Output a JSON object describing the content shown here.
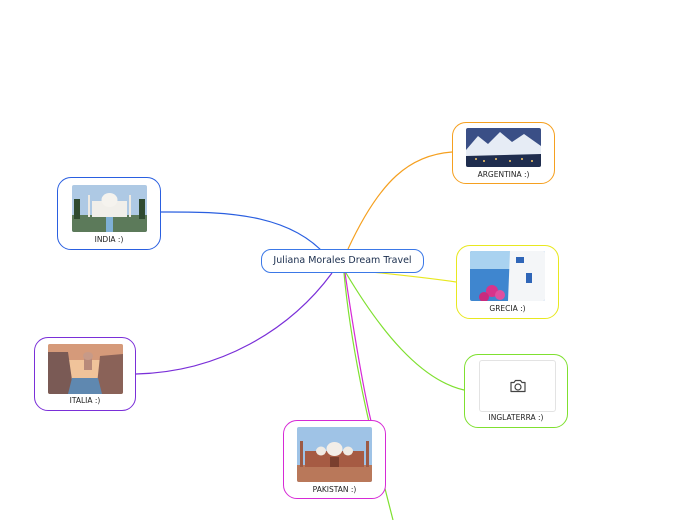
{
  "central": {
    "label": "Juliana Morales Dream Travel",
    "color": "#3b78e7"
  },
  "topics": [
    {
      "key": "india",
      "label": "INDIA :)",
      "color": "#2a5fe0",
      "image": "taj-mahal-photo"
    },
    {
      "key": "argentina",
      "label": "ARGENTINA :)",
      "color": "#f5a020",
      "image": "snowy-mountain-town-photo"
    },
    {
      "key": "grecia",
      "label": "GRECIA :)",
      "color": "#e8e820",
      "image": "santorini-photo"
    },
    {
      "key": "italia",
      "label": "ITALIA :)",
      "color": "#7a2fd8",
      "image": "venice-canal-photo"
    },
    {
      "key": "inglaterra",
      "label": "INGLATERRA :)",
      "color": "#7fe030",
      "image": "camera-icon"
    },
    {
      "key": "pakistan",
      "label": "PAKISTAN :)",
      "color": "#d62ad6",
      "image": "badshahi-mosque-photo"
    }
  ]
}
